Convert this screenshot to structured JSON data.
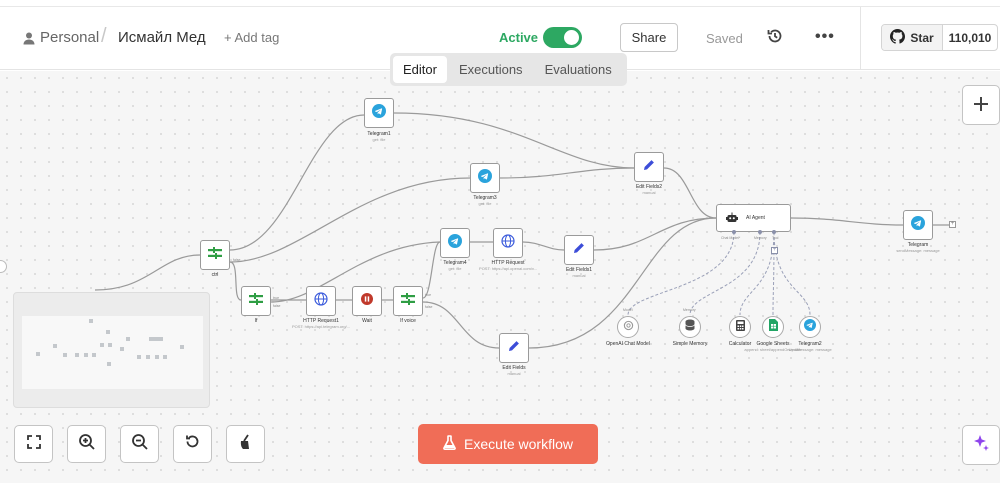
{
  "header": {
    "project": "Personal",
    "separator": "/",
    "workflow_name": "Исмайл Мед",
    "add_tag": "+ Add tag",
    "active_label": "Active",
    "share_label": "Share",
    "saved_label": "Saved",
    "more_label": "•••",
    "github": {
      "star_label": "Star",
      "star_count": "110,010"
    }
  },
  "tabs": [
    {
      "label": "Editor",
      "active": true
    },
    {
      "label": "Executions",
      "active": false
    },
    {
      "label": "Evaluations",
      "active": false
    }
  ],
  "nodes": {
    "telegram1": {
      "label": "Telegram1",
      "sub": "get: file"
    },
    "telegram3": {
      "label": "Telegram3",
      "sub": "get: file"
    },
    "edit_fields2": {
      "label": "Edit Fields2",
      "sub": "manual"
    },
    "switch_ctrl": {
      "label": "ctrl"
    },
    "if1": {
      "label": "If"
    },
    "http1": {
      "label": "HTTP Request1",
      "sub": "POST: https://api.telegram.org/..."
    },
    "wait": {
      "label": "Wait"
    },
    "if_voice": {
      "label": "If voice"
    },
    "telegram_get": {
      "label": "Telegram4",
      "sub": "get: file"
    },
    "http2": {
      "label": "HTTP Request",
      "sub": "POST: https://api.openai.com/v..."
    },
    "edit_fields1": {
      "label": "Edit Fields1",
      "sub": "manual"
    },
    "edit_fields": {
      "label": "Edit Fields",
      "sub": "manual"
    },
    "ai_agent": {
      "label": "AI Agent",
      "ports": [
        "Chat Model*",
        "Memory",
        "Tool"
      ]
    },
    "telegram_send": {
      "label": "Telegram",
      "sub": "sendMessage: message"
    },
    "openai_model": {
      "label": "OpenAI Chat Model",
      "port": "Model"
    },
    "simple_memory": {
      "label": "Simple Memory",
      "port": "Memory"
    },
    "calculator": {
      "label": "Calculator"
    },
    "google_sheets": {
      "label": "Google Sheets",
      "sub": "append: sheet/appendOrUpdate"
    },
    "telegram2": {
      "label": "Telegram2",
      "sub": "sendMessage: message"
    },
    "true_label": "true",
    "false_label": "false"
  },
  "execute_label": "Execute workflow",
  "colors": {
    "accent": "#f06d57",
    "active_green": "#2da862",
    "telegram_blue": "#2aa3dc",
    "switch_green": "#2f9e44",
    "http_blue": "#3b5bdb",
    "edit_blue": "#3c4dd8",
    "wait_red": "#c0392b"
  },
  "icons": [
    "user-icon",
    "history-icon",
    "github-icon",
    "telegram-icon",
    "switch-icon",
    "globe-icon",
    "pause-icon",
    "pencil-icon",
    "robot-icon",
    "openai-icon",
    "database-icon",
    "calculator-icon",
    "sheets-icon",
    "flask-icon",
    "fit-view-icon",
    "zoom-in-icon",
    "zoom-out-icon",
    "reset-icon",
    "broom-icon",
    "plus-icon",
    "sparkle-icon"
  ]
}
